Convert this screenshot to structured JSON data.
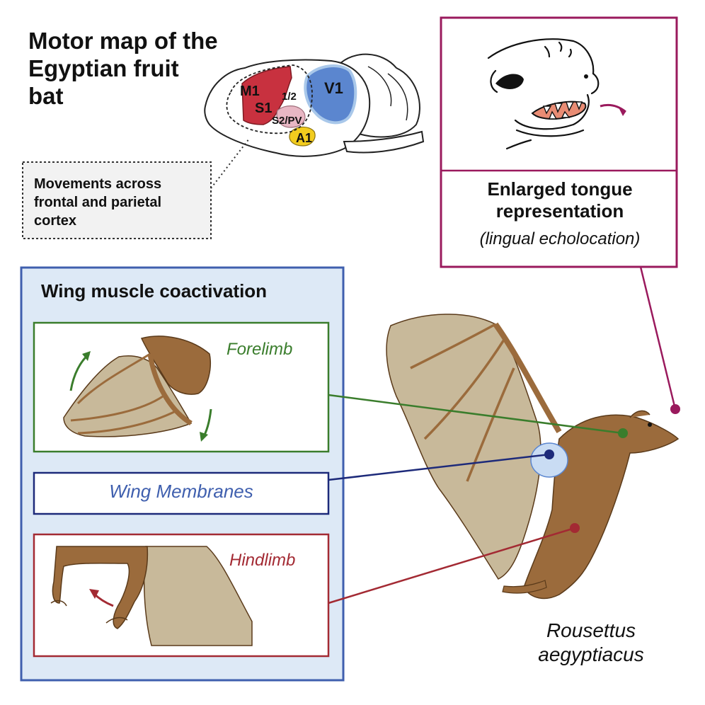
{
  "title": "Motor map of the Egyptian fruit bat",
  "brain": {
    "labels": {
      "m1": "M1",
      "s1": "S1",
      "area12": "1/2",
      "s2pv": "S2/PV",
      "a1": "A1",
      "v1": "V1"
    }
  },
  "callout_note": "Movements across frontal and parietal cortex",
  "tongue_panel": {
    "title": "Enlarged tongue representation",
    "subtitle": "(lingual echolocation)"
  },
  "wing_panel": {
    "title": "Wing muscle coactivation",
    "forelimb_label": "Forelimb",
    "membranes_label": "Wing Membranes",
    "hindlimb_label": "Hindlimb"
  },
  "species_name": "Rousettus aegyptiacus",
  "colors": {
    "brain_m1_s1": "#c8313f",
    "brain_s2pv": "#e8b7c4",
    "brain_a1": "#f2cc1e",
    "brain_v1": "#5b86cf",
    "tongue_accent": "#9a1a5d",
    "wing_panel_border": "#3f5fae",
    "wing_panel_fill": "#dde9f6",
    "forelimb": "#3a7d2c",
    "membranes": "#1d2a7a",
    "hindlimb": "#a32a33",
    "bat_fur": "#9b6b3c",
    "bat_membrane": "#c8b99a"
  }
}
